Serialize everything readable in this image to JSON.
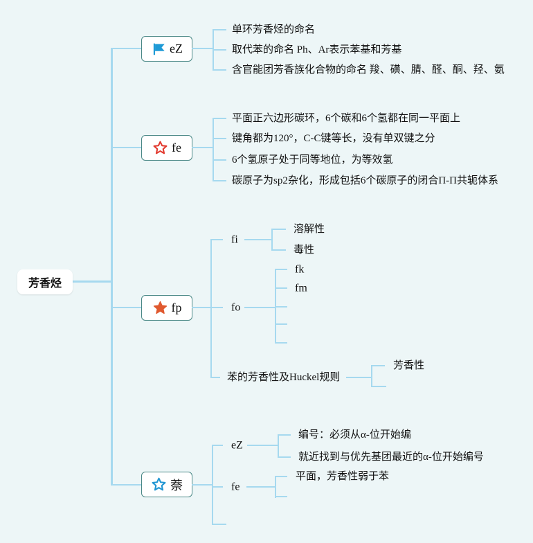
{
  "root_label": "芳香烃",
  "b1": {
    "label": "eZ",
    "icon": "blue-flag",
    "items": [
      "单环芳香烃的命名",
      "取代苯的命名 Ph、Ar表示苯基和芳基",
      "含官能团芳香族化合物的命名 羧、磺、腈、醛、酮、羟、氨"
    ]
  },
  "b2": {
    "label": "fe",
    "icon": "red-star-outline",
    "items": [
      "平面正六边形碳环，6个碳和6个氢都在同一平面上",
      "键角都为120°，C-C键等长，没有单双键之分",
      "6个氢原子处于同等地位，为等效氢",
      "碳原子为sp2杂化，形成包括6个碳原子的闭合Π-Π共轭体系"
    ]
  },
  "b3": {
    "label": "fp",
    "icon": "orange-star-filled",
    "fi": {
      "label": "fi",
      "items": [
        "溶解性",
        "毒性"
      ]
    },
    "fo": {
      "label": "fo",
      "items": [
        "fk",
        "fm"
      ]
    },
    "huckel": {
      "label": "苯的芳香性及Huckel规则",
      "items": [
        "芳香性"
      ]
    }
  },
  "b4": {
    "label": "萘",
    "icon": "blue-star-outline",
    "ez": {
      "label": "eZ",
      "items": [
        "编号：必须从α-位开始编",
        "就近找到与优先基团最近的α-位开始编号"
      ]
    },
    "fe": {
      "label": "fe",
      "items": [
        "平面，芳香性弱于苯"
      ]
    }
  },
  "colors": {
    "background": "#edf6f7",
    "line": "#a6d9ef",
    "node_border": "#4a8886",
    "flag_blue": "#1e9ad6",
    "star_red": "#e23b30",
    "star_orange": "#e0592f",
    "star_blue": "#2196d3"
  }
}
